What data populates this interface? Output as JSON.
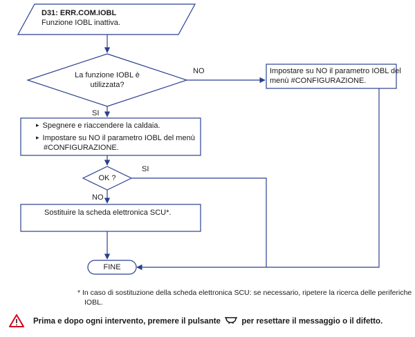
{
  "start": {
    "title": "D31: ERR.COM.IOBL",
    "subtitle": "Funzione IOBL inattiva."
  },
  "decision1": {
    "line1": "La funzione IOBL è",
    "line2": "utilizzata?",
    "no_label": "NO",
    "yes_label": "SI"
  },
  "config_box": {
    "line1": "Impostare su NO il parametro IOBL del",
    "line2": "menù #CONFIGURAZIONE."
  },
  "steps_box": {
    "step1": "Spegnere e riaccendere la caldaia.",
    "step2_line1": "Impostare su NO il parametro IOBL del menù",
    "step2_line2": "#CONFIGURAZIONE."
  },
  "decision2": {
    "label": "OK ?",
    "yes_label": "SI",
    "no_label": "NO"
  },
  "replace_box": {
    "text": "Sostituire la scheda elettronica SCU*."
  },
  "end": {
    "label": "FINE"
  },
  "footnote": {
    "line1": "* In caso di sostituzione della scheda elettronica SCU: se necessario, ripetere la ricerca delle periferiche",
    "line2": "IOBL."
  },
  "warning": {
    "text_before": "Prima e dopo ogni intervento, premere il pulsante",
    "text_after": "per resettare il messaggio o il difetto.",
    "icon": "warning-triangle-icon",
    "button_icon": "reset-button-icon",
    "colors": {
      "triangle": "#d6001c",
      "lines": "#2b3f8f"
    }
  }
}
